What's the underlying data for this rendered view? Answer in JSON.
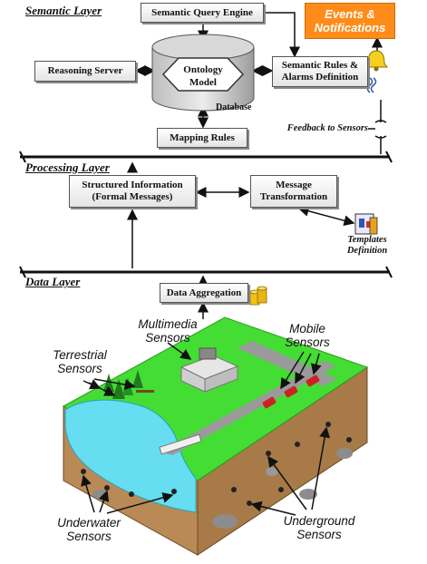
{
  "layers": {
    "semantic": "Semantic Layer",
    "processing": "Processing Layer",
    "data": "Data Layer"
  },
  "boxes": {
    "semantic_query_engine": "Semantic Query Engine",
    "reasoning_server": "Reasoning Server",
    "ontology_model_line1": "Ontology",
    "ontology_model_line2": "Model",
    "database": "Database",
    "semantic_rules_line1": "Semantic Rules &",
    "semantic_rules_line2": "Alarms Definition",
    "mapping_rules": "Mapping Rules",
    "structured_info_line1": "Structured Information",
    "structured_info_line2": "(Formal Messages)",
    "message_transformation_line1": "Message",
    "message_transformation_line2": "Transformation",
    "data_aggregation": "Data Aggregation",
    "events_line1": "Events &",
    "events_line2": "Notifications"
  },
  "labels": {
    "feedback_to_sensors": "Feedback to Sensors",
    "templates_line1": "Templates",
    "templates_line2": "Definition",
    "multimedia_line1": "Multimedia",
    "multimedia_line2": "Sensors",
    "mobile_line1": "Mobile",
    "mobile_line2": "Sensors",
    "terrestrial_line1": "Terrestrial",
    "terrestrial_line2": "Sensors",
    "underwater_line1": "Underwater",
    "underwater_line2": "Sensors",
    "underground_line1": "Underground",
    "underground_line2": "Sensors"
  },
  "colors": {
    "events_fill": "#ff8c1a",
    "grass": "#44dd33",
    "water": "#66ddf0",
    "soil": "#b98a55",
    "road": "#9a9a9a"
  }
}
